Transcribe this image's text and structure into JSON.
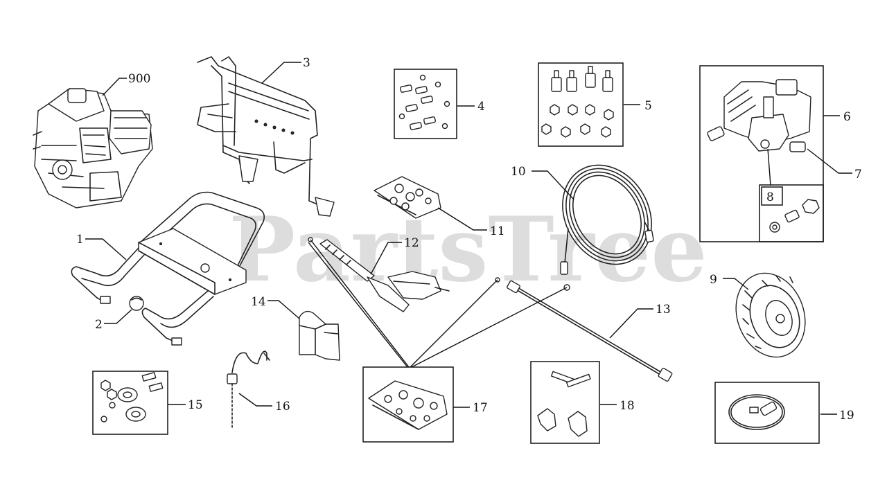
{
  "watermark": "PartsTree",
  "parts": [
    {
      "id": "900"
    },
    {
      "id": "3"
    },
    {
      "id": "4"
    },
    {
      "id": "5"
    },
    {
      "id": "6"
    },
    {
      "id": "7"
    },
    {
      "id": "8"
    },
    {
      "id": "10"
    },
    {
      "id": "11"
    },
    {
      "id": "12"
    },
    {
      "id": "1"
    },
    {
      "id": "9"
    },
    {
      "id": "2"
    },
    {
      "id": "14"
    },
    {
      "id": "13"
    },
    {
      "id": "15"
    },
    {
      "id": "16"
    },
    {
      "id": "17"
    },
    {
      "id": "18"
    },
    {
      "id": "19"
    }
  ]
}
